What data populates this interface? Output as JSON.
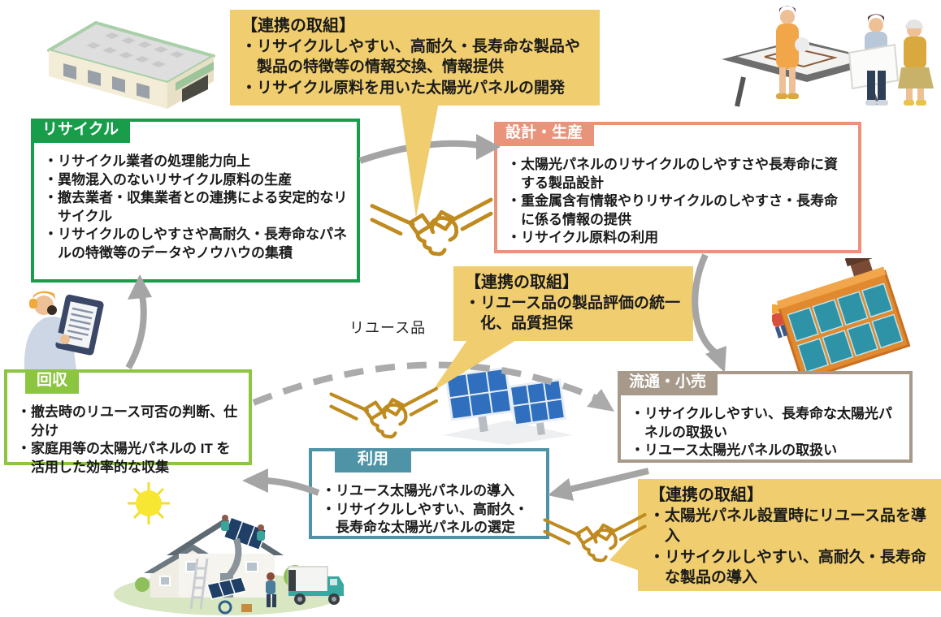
{
  "stages": [
    {
      "id": "recycle",
      "label": "リサイクル",
      "accent": "#189e4a",
      "items": [
        "・リサイクル業者の処理能力向上",
        "・異物混入のないリサイクル原料の生産",
        "・撤去業者・収集業者との連携による安定的なリサイクル",
        "・リサイクルのしやすさや高耐久・長寿命なパネルの特徴等のデータやノウハウの集積"
      ]
    },
    {
      "id": "design-production",
      "label": "設計・生産",
      "accent": "#e8937a",
      "items": [
        "・太陽光パネルのリサイクルのしやすさや長寿命に資する製品設計",
        "・重金属含有情報やりリサイクルのしやすさ・長寿命に係る情報の提供",
        "・リサイクル原料の利用"
      ]
    },
    {
      "id": "distribution-retail",
      "label": "流通・小売",
      "accent": "#a79a8b",
      "items": [
        "・リサイクルしやすい、長寿命な太陽光パネルの取扱い",
        "・リユース太陽光パネルの取扱い"
      ]
    },
    {
      "id": "use",
      "label": "利用",
      "accent": "#4f93a6",
      "items": [
        "・リユース太陽光パネルの導入",
        "・リサイクルしやすい、高耐久・長寿命な太陽光パネルの選定"
      ]
    },
    {
      "id": "collection",
      "label": "回収",
      "accent": "#8cc53f",
      "items": [
        "・撤去時のリユース可否の判断、仕分け",
        "・家庭用等の太陽光パネルの IT を活用した効率的な収集"
      ]
    }
  ],
  "callouts": [
    {
      "id": "top",
      "title": "【連携の取組】",
      "items": [
        "・リサイクルしやすい、高耐久・長寿命な製品や製品の特徴等の情報交換、情報提供",
        "・リサイクル原料を用いた太陽光パネルの開発"
      ]
    },
    {
      "id": "middle",
      "title": "【連携の取組】",
      "items": [
        "・リユース品の製品評価の統一化、品質担保"
      ]
    },
    {
      "id": "bottom-right",
      "title": "【連携の取組】",
      "items": [
        "・太陽光パネル設置時にリユース品を導入",
        "・リサイクルしやすい、高耐久・長寿命な製品の導入"
      ]
    }
  ],
  "labels": {
    "reuse_flow": "リユース品"
  },
  "colors": {
    "callout_bg": "#f0cd6e",
    "arrow_gray": "#a5a5a5",
    "reuse_dash_gray": "#ababab",
    "handshake_gold": "#bf8b1f",
    "text": "#1a1a1a"
  },
  "illustrations": [
    "factory-illustration",
    "designers-at-drafting-table-illustration",
    "rooftop-panel-install-illustration",
    "solar-array-illustration",
    "house-panel-removal-illustration",
    "inspector-with-tablet-illustration",
    "handshake-icon"
  ]
}
